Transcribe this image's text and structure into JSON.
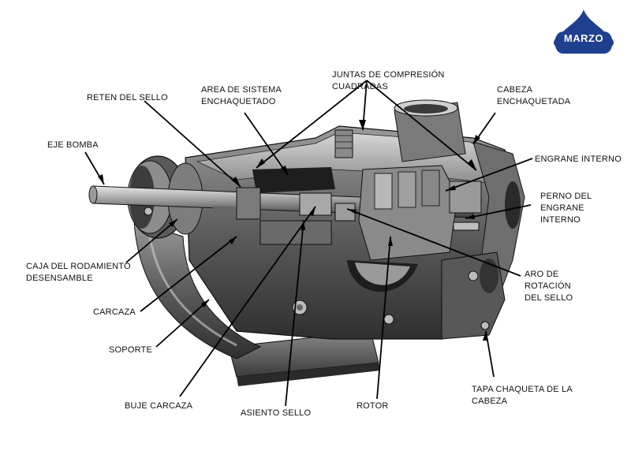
{
  "brand": {
    "name": "MARZO",
    "color": "#1f3f8f"
  },
  "labels": {
    "juntas": [
      "JUNTAS DE COMPRESIÓN",
      "CUADRADAS"
    ],
    "retenSello": [
      "RETEN DEL SELLO"
    ],
    "areaSistema": [
      "AREA DE SISTEMA",
      "ENCHAQUETADO"
    ],
    "cabeza": [
      "CABEZA",
      "ENCHAQUETADA"
    ],
    "ejeBomba": [
      "EJE BOMBA"
    ],
    "engraneInterno": [
      "ENGRANE INTERNO"
    ],
    "pernoEngrane": [
      "PERNO DEL",
      "ENGRANE",
      "INTERNO"
    ],
    "cajaRodamiento": [
      "CAJA DEL RODAMIENTO",
      "DESENSAMBLE"
    ],
    "aroRotacion": [
      "ARO DE",
      "ROTACIÓN",
      "DEL SELLO"
    ],
    "carcaza": [
      "CARCAZA"
    ],
    "soporte": [
      "SOPORTE"
    ],
    "tapaChaqueta": [
      "TAPA CHAQUETA DE LA",
      "CABEZA"
    ],
    "bujeCarcaza": [
      "BUJE CARCAZA"
    ],
    "asientoSello": [
      "ASIENTO SELLO"
    ],
    "rotor": [
      "ROTOR"
    ]
  }
}
